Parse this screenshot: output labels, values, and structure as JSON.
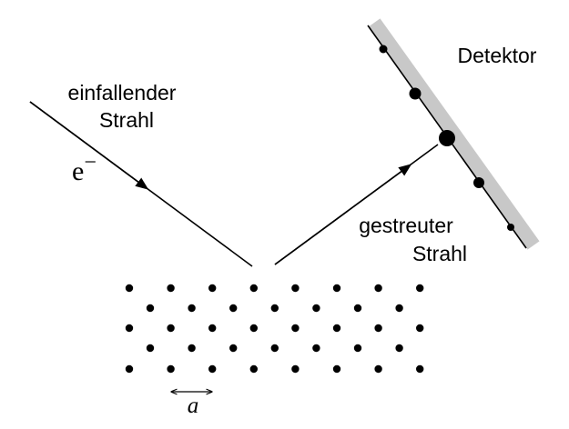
{
  "labels": {
    "incident_line1": "einfallender",
    "incident_line2": "Strahl",
    "electron_symbol": "e",
    "electron_charge": "−",
    "scattered_line1": "gestreuter",
    "scattered_line2": "Strahl",
    "detector": "Detektor",
    "lattice_spacing": "a"
  },
  "colors": {
    "line": "#000000",
    "dot": "#000000",
    "detector_band": "#c8c8c8"
  },
  "lattice": {
    "rows": 5,
    "dots_per_row": [
      8,
      7,
      8,
      7,
      8
    ]
  },
  "detector_hits": {
    "count": 5,
    "relative_intensity": [
      0.5,
      0.75,
      1.0,
      0.7,
      0.45
    ]
  }
}
